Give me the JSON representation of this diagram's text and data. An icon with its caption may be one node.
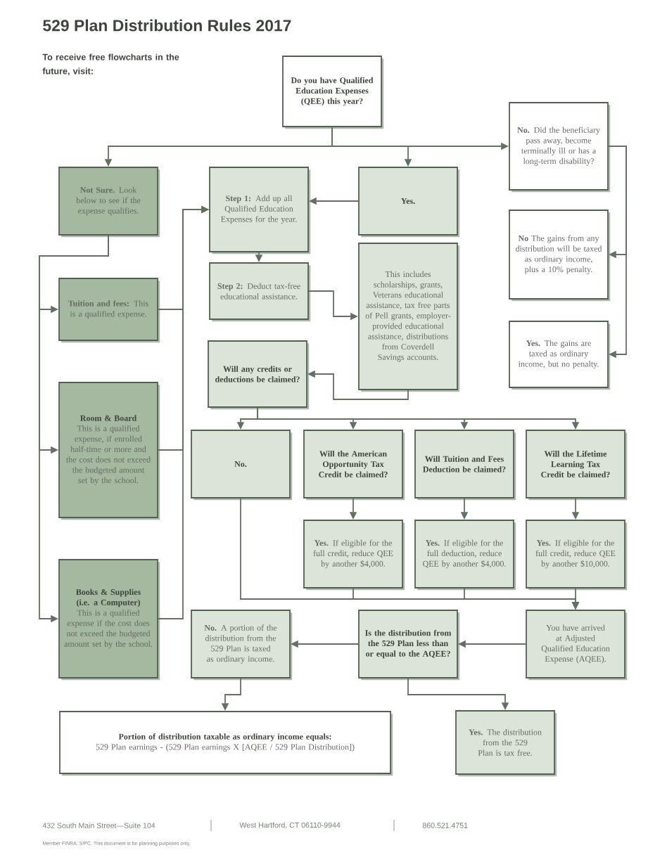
{
  "diagram": {
    "title": "529 Plan Distribution Rules 2017",
    "nodes": [
      {
        "text": [
          "Do you have Qualified Education Expenses (QEE) this year?"
        ]
      },
      {
        "text": [
          "**Not Sure.** Look below to see if the expense qualifies."
        ]
      },
      {
        "text": [
          "**Step 1:** Add up all Qualified Education Expenses for the year."
        ]
      },
      {
        "text": [
          "Yes."
        ]
      },
      {
        "text": [
          "**No.** Did the beneficiary pass away, become terminally ill or has a long-term disability?"
        ]
      },
      {
        "text": [
          "**No** The gains from any distribution will be taxed as ordinary income, plus a 10% penalty."
        ]
      },
      {
        "text": [
          "**Yes.** The gains are taxed as ordinary income, but no penalty."
        ]
      },
      {
        "text": [
          "**Tuition and fees:** This is a qualified expense."
        ]
      },
      {
        "text": [
          "**Step 2:** Deduct tax-free educational assistance."
        ]
      },
      {
        "text": [
          "This includes scholarships, grants, Veterans educational assistance, tax free parts of Pell grants, employer-provided educational assistance, distributions from Coverdell Savings accounts."
        ]
      },
      {
        "text": [
          "Room & Board",
          "This is a qualified expense, if enrolled half-time or more and the cost does not exceed the budgeted amount set by the school."
        ]
      },
      {
        "text": [
          "Will any credits or deductions be claimed?"
        ]
      },
      {
        "text": [
          "No."
        ]
      },
      {
        "text": [
          "Will the American Opportunity Tax Credit be claimed?"
        ]
      },
      {
        "text": [
          "Will Tuition and Fees Deduction be claimed?"
        ]
      },
      {
        "text": [
          "Will the Lifetime Learning Tax Credit be claimed?"
        ]
      },
      {
        "text": [
          "**Yes.** If eligible for the full credit, reduce QEE by another $4,000."
        ]
      },
      {
        "text": [
          "**Yes.** If eligible for the full deduction, reduce QEE by another $4,000."
        ]
      },
      {
        "text": [
          "**Yes.** If eligible for the full credit, reduce QEE by another $10,000."
        ]
      },
      {
        "text": [
          "Books & Supplies (i.e. a Computer)",
          "This is a qualified expense if the cost does not exceed the budgeted amount set by the school."
        ]
      },
      {
        "text": [
          "**No.** A portion of the distribution from the 529 Plan is taxed as ordinary income."
        ]
      },
      {
        "text": [
          "Is the distribution from the 529 Plan less than or equal to the AQEE?"
        ]
      },
      {
        "text": [
          "You have arrived at Adjusted Qualified Education Expense (AQEE)."
        ]
      },
      {
        "text": [
          "Portion of distribution taxable as ordinary income equals:",
          "529 Plan earnings - (529 Plan earnings X [AQEE / 529 Plan Distribution])"
        ]
      },
      {
        "text": [
          "**Yes.** The distribution from the 529 Plan is tax free."
        ]
      }
    ],
    "edges": [
      {
        "from": 0,
        "to": 1,
        "arrow": "to"
      },
      {
        "from": 0,
        "to": 3,
        "arrow": "to"
      },
      {
        "from": 0,
        "to": 4,
        "arrow": "to"
      },
      {
        "from": 4,
        "to": 5,
        "arrow": "to"
      },
      {
        "from": 4,
        "to": 6,
        "arrow": "to"
      },
      {
        "from": 3,
        "to": 2,
        "arrow": "to"
      },
      {
        "from": 2,
        "to": 8,
        "arrow": "to"
      },
      {
        "from": 8,
        "to": 9,
        "arrow": "to"
      },
      {
        "from": 9,
        "to": 11,
        "arrow": "to"
      },
      {
        "from": 1,
        "to": 7,
        "arrow": "to"
      },
      {
        "from": 1,
        "to": 10,
        "arrow": "to"
      },
      {
        "from": 1,
        "to": 19,
        "arrow": "to"
      },
      {
        "from": 7,
        "to": 2,
        "arrow": "to"
      },
      {
        "from": 10,
        "to": 2,
        "arrow": "to"
      },
      {
        "from": 19,
        "to": 2,
        "arrow": "to"
      },
      {
        "from": 11,
        "to": 12,
        "arrow": "to"
      },
      {
        "from": 11,
        "to": 13,
        "arrow": "to"
      },
      {
        "from": 11,
        "to": 14,
        "arrow": "to"
      },
      {
        "from": 11,
        "to": 15,
        "arrow": "to"
      },
      {
        "from": 13,
        "to": 16,
        "arrow": "to"
      },
      {
        "from": 14,
        "to": 17,
        "arrow": "to"
      },
      {
        "from": 15,
        "to": 18,
        "arrow": "to"
      },
      {
        "from": 12,
        "to": 22,
        "arrow": "to"
      },
      {
        "from": 16,
        "to": 22,
        "arrow": "to"
      },
      {
        "from": 17,
        "to": 22,
        "arrow": "to"
      },
      {
        "from": 18,
        "to": 22,
        "arrow": "to"
      },
      {
        "from": 22,
        "to": 21,
        "arrow": "to"
      },
      {
        "from": 21,
        "to": 20,
        "arrow": "to"
      },
      {
        "from": 20,
        "to": 23,
        "arrow": "to"
      },
      {
        "from": 21,
        "to": 24,
        "arrow": "to"
      }
    ],
    "labels": [
      "To receive free flowcharts in the future, visit:",
      "432 South Main Street—Suite 104",
      "West Hartford, CT 06110-9944",
      "860.521.4751",
      "Member FINRA, SIPC. This document is for planning purposes only."
    ]
  }
}
